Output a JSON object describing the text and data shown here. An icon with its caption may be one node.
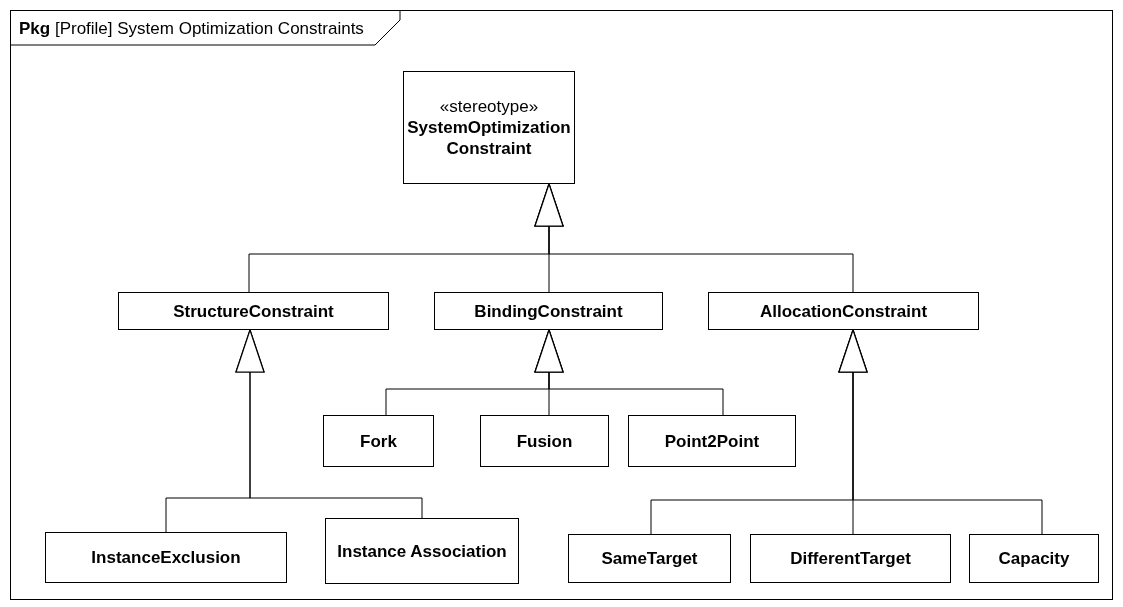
{
  "diagram": {
    "nodes": [
      {
        "text": [
          "**Pkg** [Profile] System Optimization Constraints"
        ]
      },
      {
        "text": [
          "«stereotype»",
          "SystemOptimization Constraint"
        ],
        "in": 0
      },
      {
        "text": [
          "StructureConstraint"
        ],
        "in": 0
      },
      {
        "text": [
          "BindingConstraint"
        ],
        "in": 0
      },
      {
        "text": [
          "AllocationConstraint"
        ],
        "in": 0
      },
      {
        "text": [
          "Fork"
        ],
        "in": 0
      },
      {
        "text": [
          "Fusion"
        ],
        "in": 0
      },
      {
        "text": [
          "Point2Point"
        ],
        "in": 0
      },
      {
        "text": [
          "InstanceExclusion"
        ],
        "in": 0
      },
      {
        "text": [
          "Instance Association"
        ],
        "in": 0
      },
      {
        "text": [
          "SameTarget"
        ],
        "in": 0
      },
      {
        "text": [
          "DifferentTarget"
        ],
        "in": 0
      },
      {
        "text": [
          "Capacity"
        ],
        "in": 0
      }
    ],
    "edges": [
      {
        "from": 2,
        "to": 1,
        "arrow": "to"
      },
      {
        "from": 3,
        "to": 1,
        "arrow": "to"
      },
      {
        "from": 4,
        "to": 1,
        "arrow": "to"
      },
      {
        "from": 5,
        "to": 3,
        "arrow": "to"
      },
      {
        "from": 6,
        "to": 3,
        "arrow": "to"
      },
      {
        "from": 7,
        "to": 3,
        "arrow": "to"
      },
      {
        "from": 8,
        "to": 2,
        "arrow": "to"
      },
      {
        "from": 9,
        "to": 2,
        "arrow": "to"
      },
      {
        "from": 10,
        "to": 4,
        "arrow": "to"
      },
      {
        "from": 11,
        "to": 4,
        "arrow": "to"
      },
      {
        "from": 12,
        "to": 4,
        "arrow": "to"
      }
    ]
  }
}
